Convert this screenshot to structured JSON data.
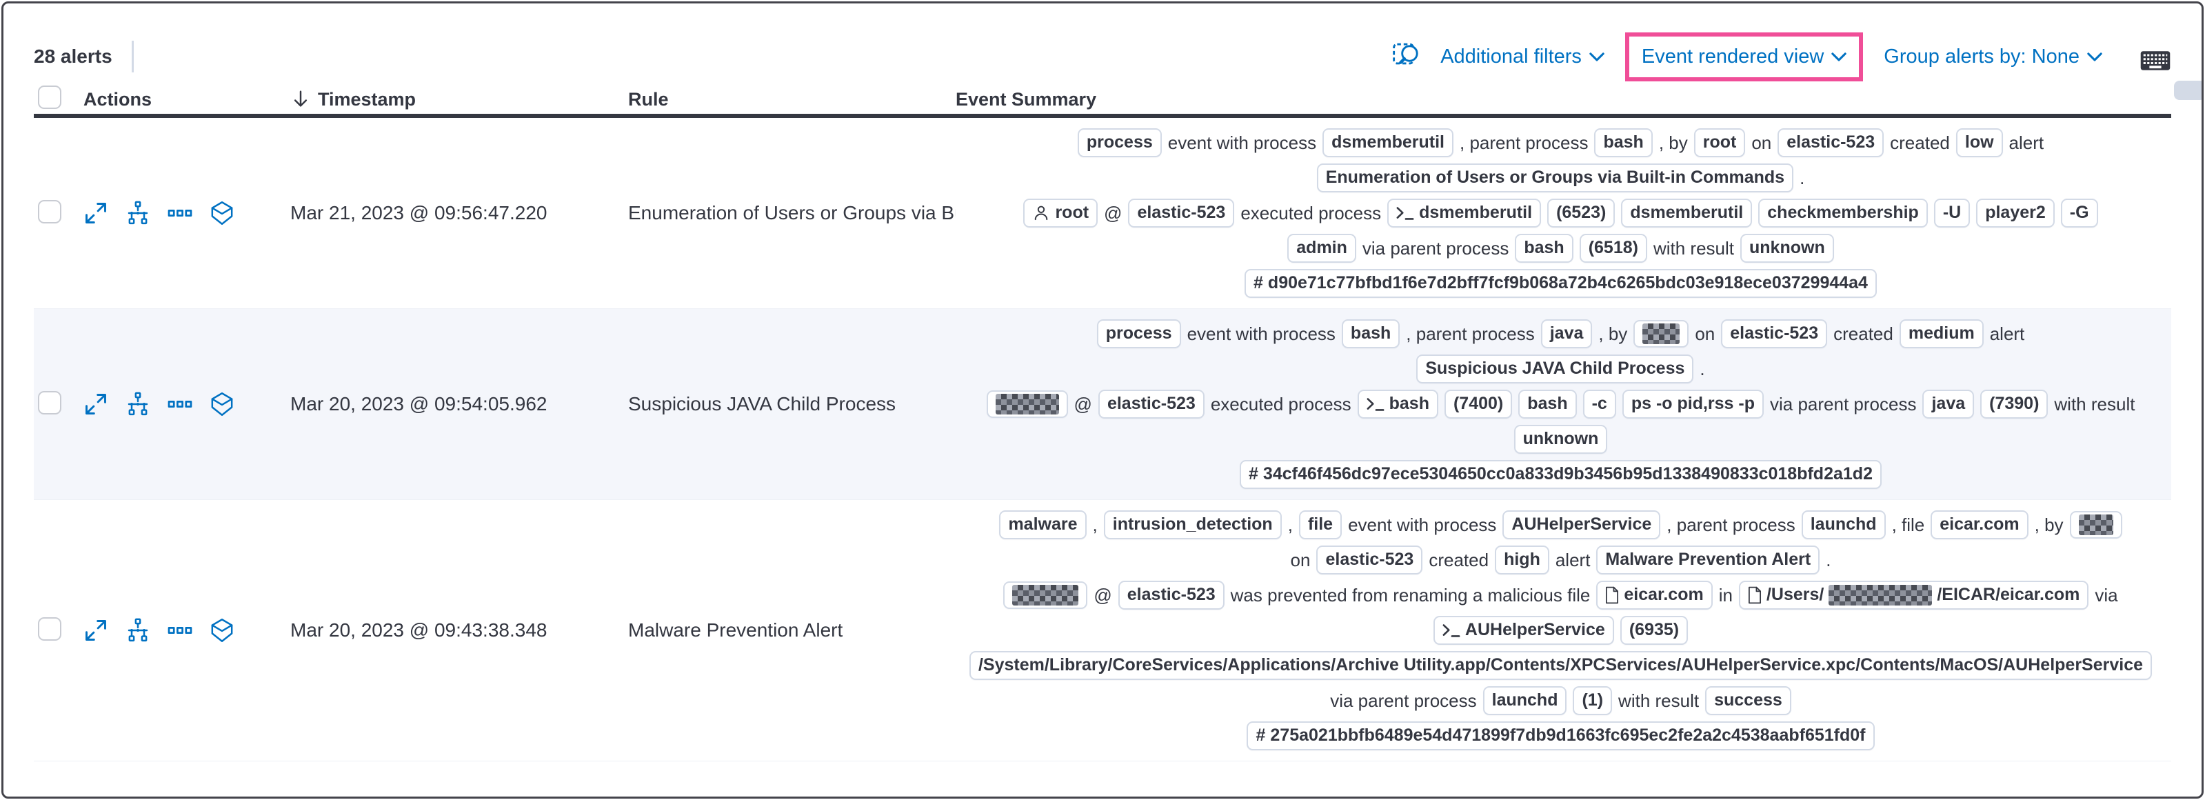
{
  "toolbar": {
    "alert_count": "28 alerts",
    "additional_filters": "Additional filters",
    "view_selector": "Event rendered view",
    "group_by": "Group alerts by: None",
    "icons": [
      "inspect-icon",
      "keyboard-icon"
    ],
    "highlight": {
      "target": "view_selector",
      "color": "#F04E98"
    }
  },
  "colors": {
    "accent_pink": "#F04E98",
    "link_blue": "#0071C2",
    "shaded_row": "#F4F6FB"
  },
  "header": {
    "actions": "Actions",
    "timestamp": "Timestamp",
    "rule": "Rule",
    "event_summary": "Event Summary",
    "sort_icon": "sort-down-arrow-icon"
  },
  "action_icons": [
    "expand-alert",
    "analyze-event",
    "more-actions",
    "session-view"
  ],
  "rows": [
    {
      "timestamp": "Mar 21, 2023 @ 09:56:47.220",
      "rule": "Enumeration of Users or Groups via Bui",
      "shaded": false,
      "summary": [
        [
          {
            "b": "process"
          },
          {
            "t": "event with process"
          },
          {
            "b": "dsmemberutil"
          },
          {
            "t": ", parent process"
          },
          {
            "b": "bash"
          },
          {
            "t": ", by"
          },
          {
            "b": "root"
          },
          {
            "t": "on"
          },
          {
            "b": "elastic-523"
          },
          {
            "t": "created"
          },
          {
            "b": "low"
          },
          {
            "t": "alert"
          }
        ],
        [
          {
            "b": "Enumeration of Users or Groups via Built-in Commands"
          },
          {
            "t": "."
          }
        ],
        [
          {
            "b": "root",
            "icon": "user"
          },
          {
            "t": "@"
          },
          {
            "b": "elastic-523"
          },
          {
            "t": "executed process"
          },
          {
            "b": "dsmemberutil",
            "icon": "terminal"
          },
          {
            "b": "(6523)"
          },
          {
            "b": "dsmemberutil"
          },
          {
            "b": "checkmembership"
          },
          {
            "b": "-U"
          },
          {
            "b": "player2"
          },
          {
            "b": "-G"
          }
        ],
        [
          {
            "b": "admin"
          },
          {
            "t": "via parent process"
          },
          {
            "b": "bash"
          },
          {
            "b": "(6518)"
          },
          {
            "t": "with result"
          },
          {
            "b": "unknown"
          }
        ],
        [
          {
            "b": "d90e71c77bfbd1f6e7d2bff7fcf9b068a72b4c6265bdc03e918ece03729944a4",
            "icon": "hash"
          }
        ]
      ]
    },
    {
      "timestamp": "Mar 20, 2023 @ 09:54:05.962",
      "rule": "Suspicious JAVA Child Process",
      "shaded": true,
      "summary": [
        [
          {
            "b": "process"
          },
          {
            "t": "event with process"
          },
          {
            "b": "bash"
          },
          {
            "t": ", parent process"
          },
          {
            "b": "java"
          },
          {
            "t": ", by"
          },
          {
            "b": "",
            "redact": 54
          },
          {
            "t": "on"
          },
          {
            "b": "elastic-523"
          },
          {
            "t": "created"
          },
          {
            "b": "medium"
          },
          {
            "t": "alert"
          }
        ],
        [
          {
            "b": "Suspicious JAVA Child Process"
          },
          {
            "t": "."
          }
        ],
        [
          {
            "b": "",
            "redact": 92
          },
          {
            "t": "@"
          },
          {
            "b": "elastic-523"
          },
          {
            "t": "executed process"
          },
          {
            "b": "bash",
            "icon": "terminal"
          },
          {
            "b": "(7400)"
          },
          {
            "b": "bash"
          },
          {
            "b": "-c"
          },
          {
            "b": "ps -o pid,rss -p"
          },
          {
            "t": "via parent process"
          },
          {
            "b": "java"
          },
          {
            "b": "(7390)"
          },
          {
            "t": "with result"
          }
        ],
        [
          {
            "b": "unknown"
          }
        ],
        [
          {
            "b": "34cf46f456dc97ece5304650cc0a833d9b3456b95d1338490833c018bfd2a1d2",
            "icon": "hash"
          }
        ]
      ]
    },
    {
      "timestamp": "Mar 20, 2023 @ 09:43:38.348",
      "rule": "Malware Prevention Alert",
      "shaded": false,
      "summary": [
        [
          {
            "b": "malware"
          },
          {
            "t": ","
          },
          {
            "b": "intrusion_detection"
          },
          {
            "t": ","
          },
          {
            "b": "file"
          },
          {
            "t": "event with process"
          },
          {
            "b": "AUHelperService"
          },
          {
            "t": ", parent process"
          },
          {
            "b": "launchd"
          },
          {
            "t": ", file"
          },
          {
            "b": "eicar.com"
          },
          {
            "t": ", by"
          },
          {
            "b": "",
            "redact": 50
          }
        ],
        [
          {
            "t": "on"
          },
          {
            "b": "elastic-523"
          },
          {
            "t": "created"
          },
          {
            "b": "high"
          },
          {
            "t": "alert"
          },
          {
            "b": "Malware Prevention Alert"
          },
          {
            "t": "."
          }
        ],
        [
          {
            "b": "",
            "redact": 96
          },
          {
            "t": "@"
          },
          {
            "b": "elastic-523"
          },
          {
            "t": "was prevented from renaming a malicious file"
          },
          {
            "b": "eicar.com",
            "icon": "file"
          },
          {
            "t": "in"
          },
          {
            "b": [
              {
                "text": "/Users/"
              },
              {
                "redact": 150
              },
              {
                "text": "/EICAR/eicar.com"
              }
            ],
            "icon": "file"
          },
          {
            "t": "via"
          }
        ],
        [
          {
            "b": "AUHelperService",
            "icon": "terminal"
          },
          {
            "b": "(6935)"
          }
        ],
        [
          {
            "b": "/System/Library/CoreServices/Applications/Archive Utility.app/Contents/XPCServices/AUHelperService.xpc/Contents/MacOS/AUHelperService"
          }
        ],
        [
          {
            "t": "via parent process"
          },
          {
            "b": "launchd"
          },
          {
            "b": "(1)"
          },
          {
            "t": "with result"
          },
          {
            "b": "success"
          }
        ],
        [
          {
            "b": "275a021bbfb6489e54d471899f7db9d1663fc695ec2fe2a2c4538aabf651fd0f",
            "icon": "hash"
          }
        ]
      ]
    }
  ]
}
